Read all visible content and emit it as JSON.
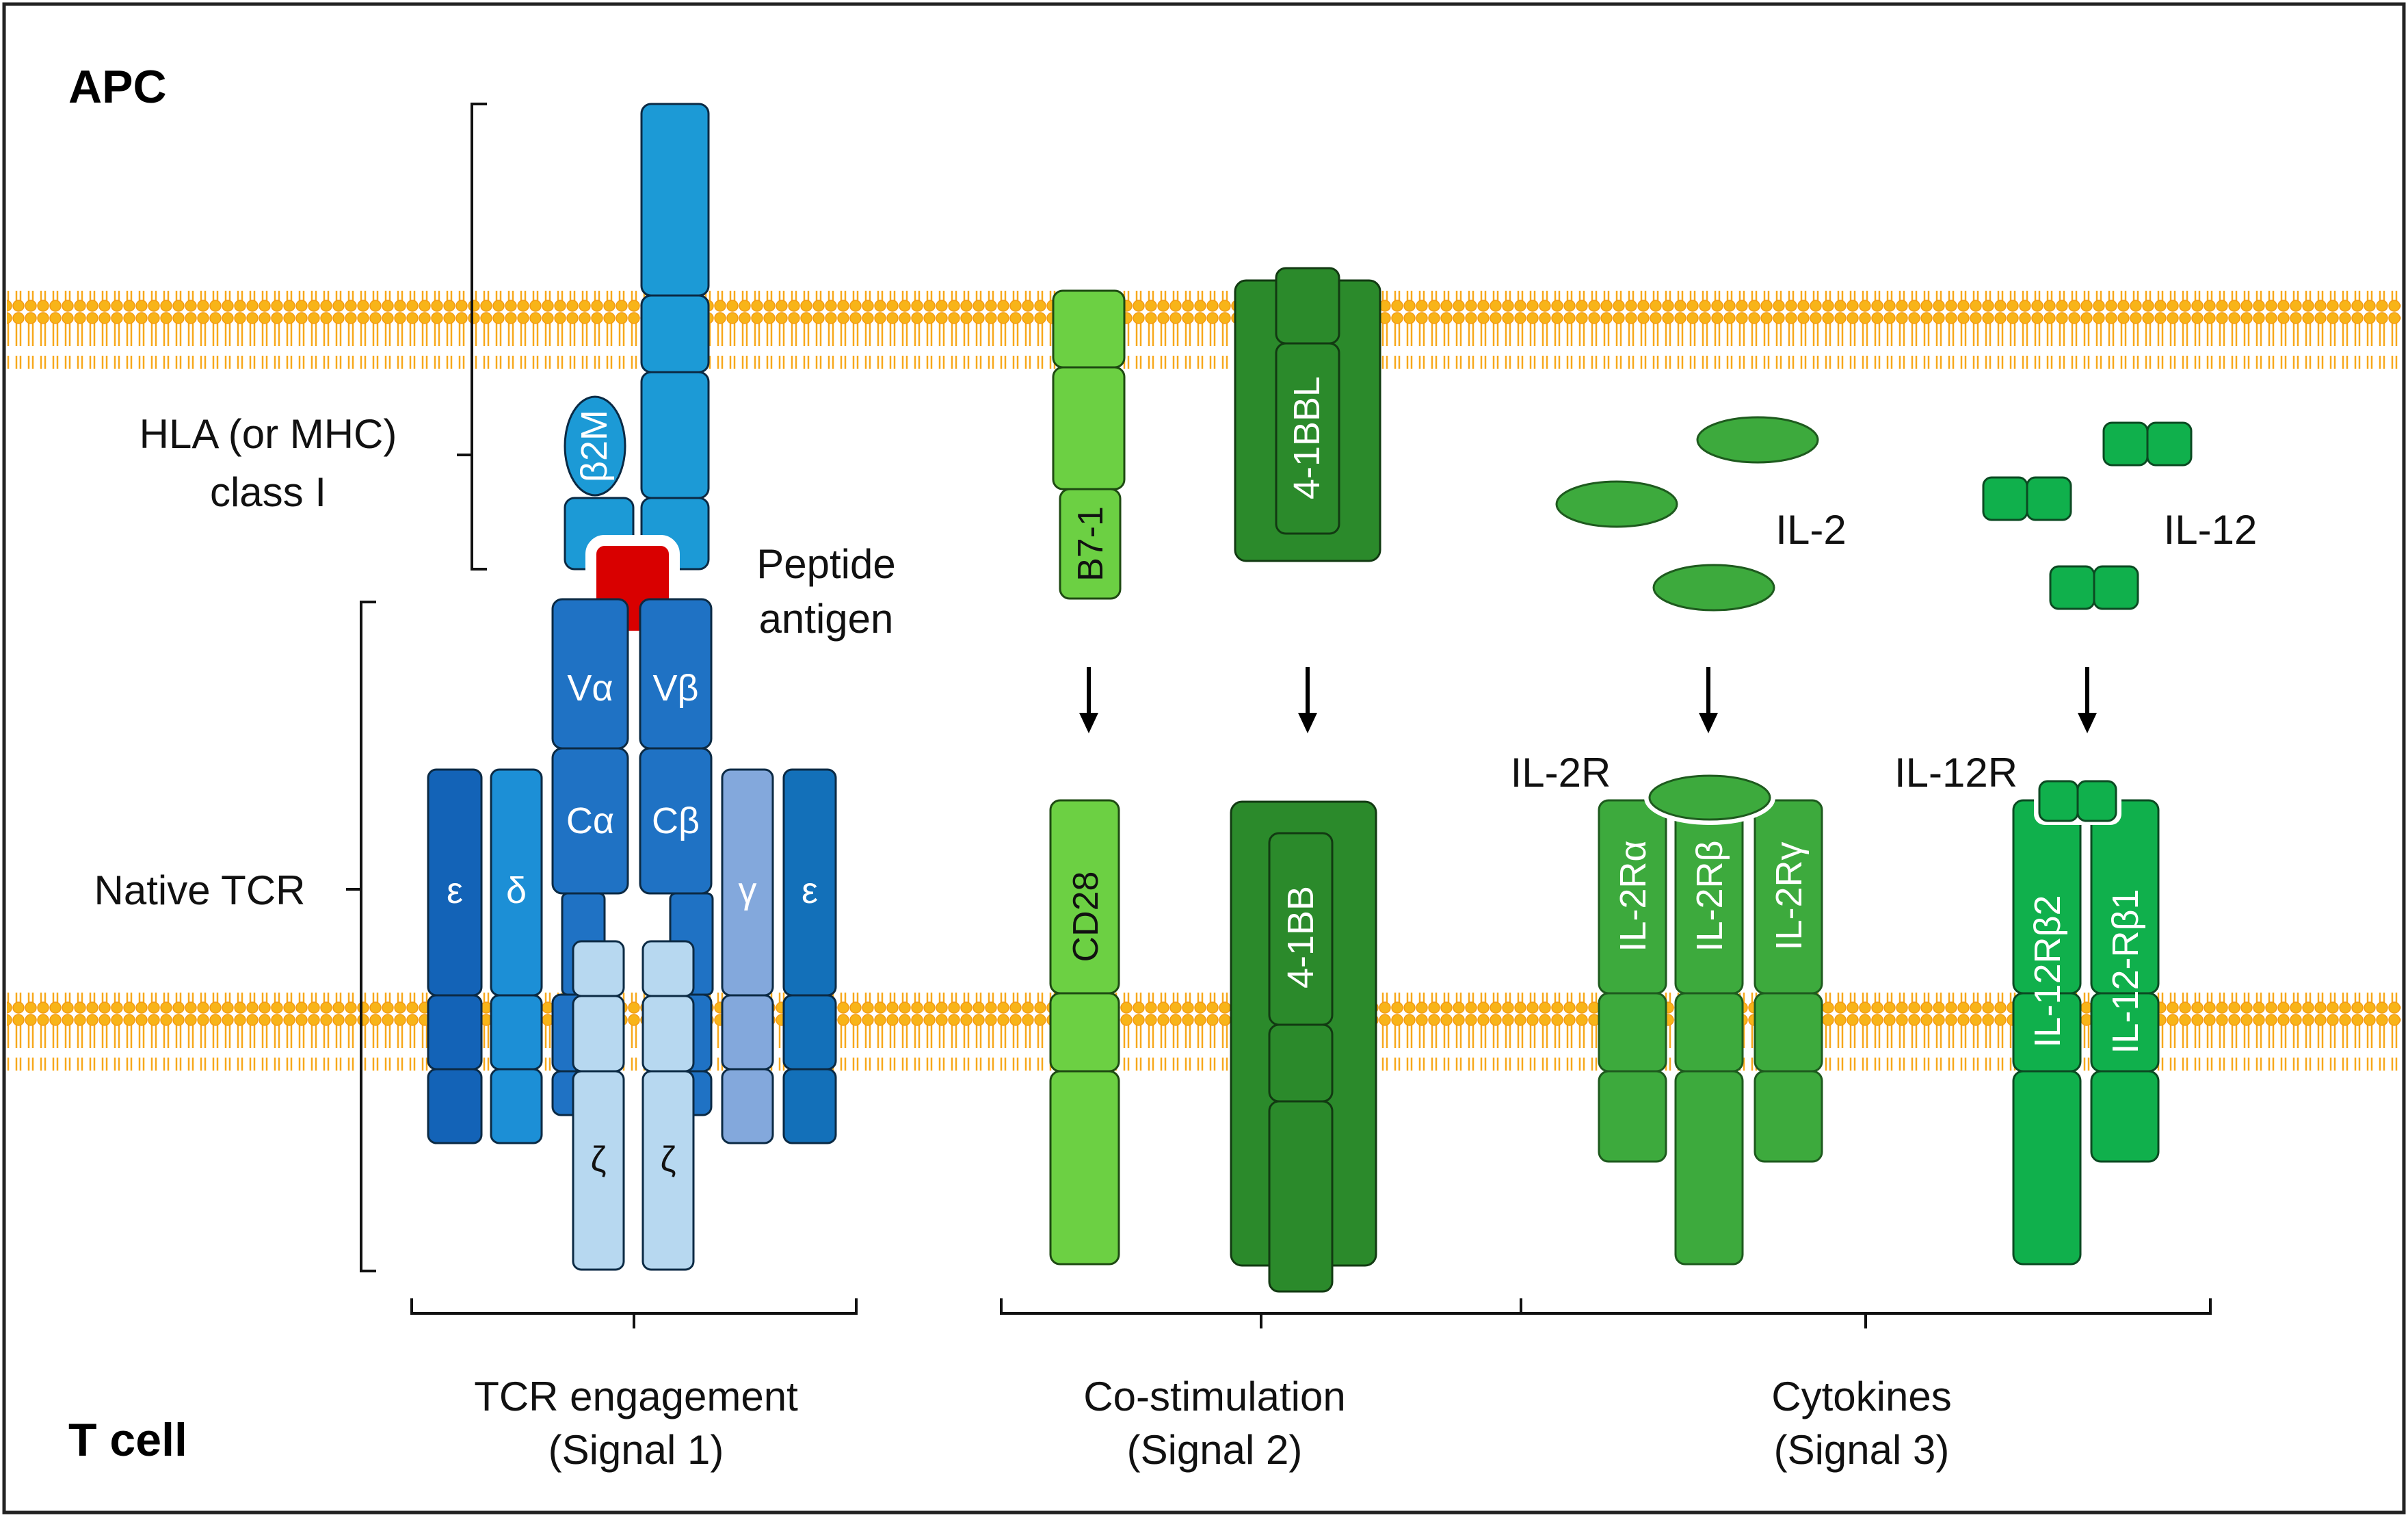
{
  "regions": {
    "top_label": "APC",
    "bottom_label": "T cell"
  },
  "labels": {
    "hla_line1": "HLA (or MHC)",
    "hla_line2": "class I",
    "native_tcr": "Native TCR",
    "peptide_line1": "Peptide",
    "peptide_line2": "antigen",
    "il2": "IL-2",
    "il12": "IL-12",
    "il2r": "IL-2R",
    "il12r": "IL-12R"
  },
  "domains": {
    "b2m": "β2M",
    "v_alpha": "Vα",
    "v_beta": "Vβ",
    "c_alpha": "Cα",
    "c_beta": "Cβ",
    "epsilon": "ε",
    "delta": "δ",
    "gamma": "γ",
    "zeta": "ζ",
    "b7_1": "B7-1",
    "ligand_41bbl": "4-1BBL",
    "cd28": "CD28",
    "receptor_41bb": "4-1BB",
    "il2r_alpha": "IL-2Rα",
    "il2r_beta": "IL-2Rβ",
    "il2r_gamma": "IL-2Rγ",
    "il12r_beta2": "IL-12Rβ2",
    "il12r_beta1": "IL-12-Rβ1"
  },
  "signals": [
    {
      "line1": "TCR engagement",
      "line2": "(Signal 1)"
    },
    {
      "line1": "Co-stimulation",
      "line2": "(Signal 2)"
    },
    {
      "line1": "Cytokines",
      "line2": "(Signal 3)"
    }
  ],
  "colors": {
    "membrane_head": "#f7a81b",
    "blue_mhc": "#1c9ad6",
    "blue_tcr": "#1f72c4",
    "blue_cd3_dark": "#1363b7",
    "blue_light": "#b7d8f0",
    "blue_gamma": "#83a8dc",
    "peptide_red": "#d90000",
    "green_light": "#6cd043",
    "green_dark": "#2b8a2b",
    "green_mid": "#3daa3d",
    "green_bright": "#10b04c"
  }
}
